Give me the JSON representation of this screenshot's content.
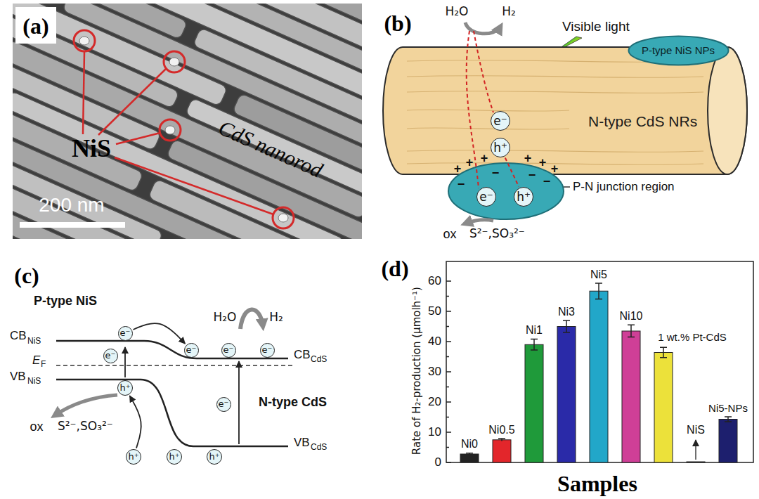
{
  "diagram": {
    "nodes": [
      {
        "text": [
          "N-type CdS NRs"
        ]
      },
      {
        "text": [
          "e⁻"
        ],
        "in": 0
      },
      {
        "text": [
          "h⁺"
        ],
        "in": 0
      },
      {
        "text": [
          "P-type NiS NPs"
        ]
      },
      {
        "text": [
          "e⁻"
        ]
      },
      {
        "text": [
          "h⁺"
        ]
      },
      {
        "text": [
          "e⁻"
        ]
      },
      {
        "text": [
          "e⁻"
        ]
      },
      {
        "text": [
          "h⁺"
        ]
      },
      {
        "text": [
          "e⁻"
        ]
      },
      {
        "text": [
          "e⁻"
        ]
      },
      {
        "text": [
          "e⁻"
        ]
      },
      {
        "text": [
          "e⁻"
        ]
      },
      {
        "text": [
          "h⁺"
        ]
      },
      {
        "text": [
          "h⁺"
        ]
      },
      {
        "text": [
          "h⁺"
        ]
      }
    ],
    "edges": [
      {
        "from": 2,
        "to": 5,
        "arrow": "none"
      },
      {
        "from": 6,
        "to": 9,
        "arrow": "to"
      },
      {
        "from": 13,
        "to": 8,
        "arrow": "to"
      }
    ],
    "labels": [
      "(a)",
      "NiS",
      "CdS nanorod",
      "200 nm",
      "(b)",
      "H₂O",
      "H₂",
      "Visible light",
      "+",
      "+",
      "+",
      "+",
      "+",
      "+",
      "−",
      "−",
      "−",
      "−",
      "P-N junction region",
      "ox",
      "S²⁻,SO₃²⁻",
      "(c)",
      "P-type NiS",
      "CB",
      "NiS",
      "E",
      "F",
      "VB",
      "NiS",
      "H₂O",
      "H₂",
      "CB",
      "CdS",
      "N-type CdS",
      "ox",
      "S²⁻,SO₃²⁻",
      "VB",
      "CdS",
      "(d)",
      "Rate of H₂-production (μmolh⁻¹)",
      "0",
      "10",
      "20",
      "30",
      "40",
      "50",
      "60",
      "Ni0",
      "Ni0.5",
      "Ni1",
      "Ni3",
      "Ni5",
      "Ni10",
      "1 wt.% Pt-CdS",
      "NiS",
      "Ni5-NPs",
      "Samples"
    ]
  }
}
